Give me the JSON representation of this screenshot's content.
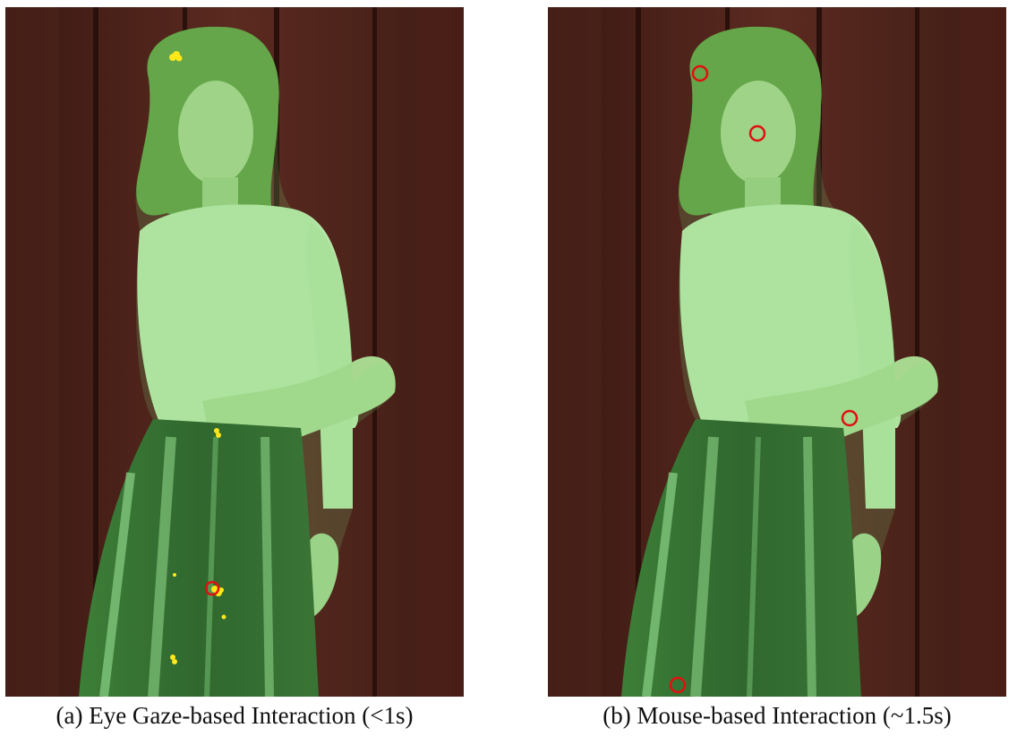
{
  "panels": [
    {
      "id": "a",
      "caption": "(a) Eye Gaze-based Interaction (<1s)",
      "marker_style": "gaze-points-yellow"
    },
    {
      "id": "b",
      "caption": "(b) Mouse-based Interaction (~1.5s)",
      "marker_style": "click-circles-red"
    }
  ],
  "colors": {
    "wood_dark": "#3e1c14",
    "wood_mid": "#5a2a20",
    "segmentation_overlay": "#7fd67a",
    "gaze_points": "#ffe81a",
    "click_circles": "#e01010"
  }
}
